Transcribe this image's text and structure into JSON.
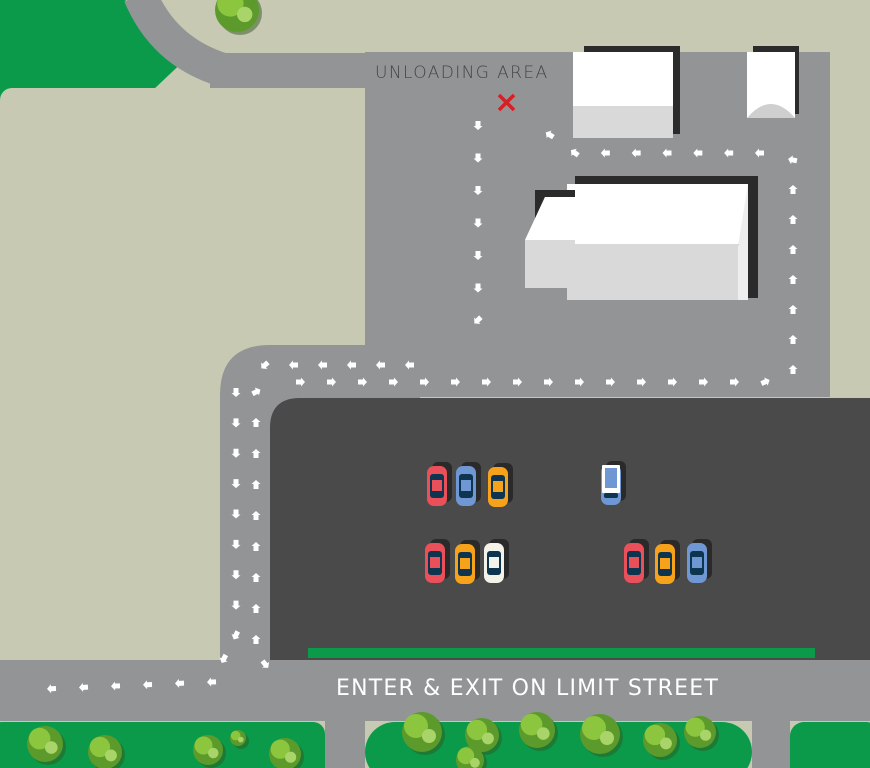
{
  "labels": {
    "unloading_area": "UNLOADING AREA",
    "entrance": "ENTER & EXIT ON LIMIT STREET"
  },
  "colors": {
    "ground": "#c8c9b3",
    "grass": "#0a9a4a",
    "road": "#939496",
    "parking_lot": "#4a4a4a",
    "building": "#ffffff",
    "building_side": "#d9d9d9",
    "marker": "#d42027",
    "arrow": "#ffffff"
  },
  "parked_cars": [
    {
      "color": "#e9505a",
      "type": "car"
    },
    {
      "color": "#6f97d4",
      "type": "car"
    },
    {
      "color": "#f7a21b",
      "type": "car"
    },
    {
      "color": "#6f97d4",
      "type": "van"
    },
    {
      "color": "#e9505a",
      "type": "car"
    },
    {
      "color": "#f7a21b",
      "type": "car"
    },
    {
      "color": "#f4f3ea",
      "type": "car"
    },
    {
      "color": "#e9505a",
      "type": "car"
    },
    {
      "color": "#f7a21b",
      "type": "car"
    },
    {
      "color": "#6f97d4",
      "type": "car"
    }
  ]
}
